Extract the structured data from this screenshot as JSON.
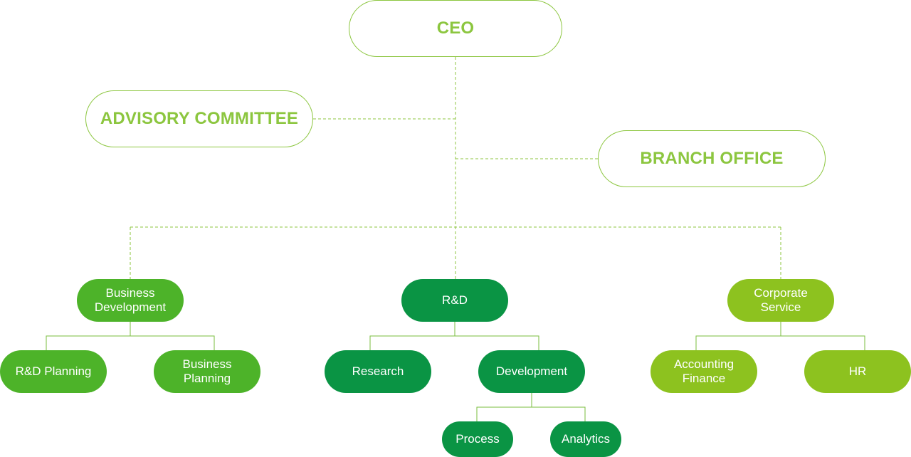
{
  "org_chart": {
    "colors": {
      "outline": "#8cc63f",
      "business_development": "#4db329",
      "rnd": "#0a9444",
      "corporate_service": "#8dc21f",
      "solid_line": "#7abd3e",
      "dashed_line": "#8cc63f"
    },
    "top": {
      "ceo": "CEO",
      "advisory_committee": "ADVISORY COMMITTEE",
      "branch_office": "BRANCH OFFICE"
    },
    "divisions": {
      "business_development": {
        "label": "Business\nDevelopment",
        "children": [
          "R&D Planning",
          "Business\nPlanning"
        ]
      },
      "rnd": {
        "label": "R&D",
        "children": [
          "Research",
          "Development"
        ],
        "grandchildren": [
          "Process",
          "Analytics"
        ]
      },
      "corporate_service": {
        "label": "Corporate\nService",
        "children": [
          "Accounting\nFinance",
          "HR"
        ]
      }
    }
  }
}
